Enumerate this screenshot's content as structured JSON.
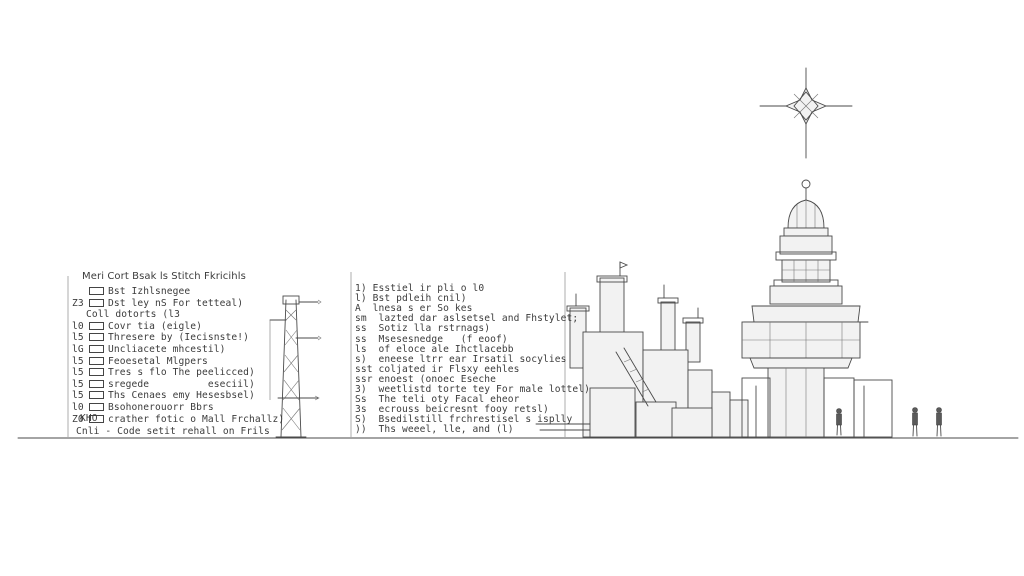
{
  "legend": {
    "title": "Meri Cort Bsak ls Stitch Fkricihls",
    "lines": [
      {
        "num": "",
        "box": true,
        "text": "Bst Izhlsnegee"
      },
      {
        "num": "Z3",
        "box": true,
        "text": "Dst ley nS For tetteal)"
      },
      {
        "num": "",
        "box": false,
        "text": "Coll dotorts (l3"
      },
      {
        "num": "l0",
        "box": true,
        "text": "Covr tia (eigle)"
      },
      {
        "num": "l5",
        "box": true,
        "text": "Thresere by (Iecisnste!)"
      },
      {
        "num": "lG",
        "box": true,
        "text": "Uncliacete mhcestil)"
      },
      {
        "num": "l5",
        "box": true,
        "text": "Feoesetal Mlgpers"
      },
      {
        "num": "l5",
        "box": true,
        "text": "Tres s flo The peelicced)"
      },
      {
        "num": "l5",
        "box": true,
        "text": "sregede          eseciil)"
      },
      {
        "num": "l5",
        "box": true,
        "text": "Ths Cenaes emy Hesesbsel)"
      },
      {
        "num": "l0",
        "box": true,
        "text": "Bsohonerouorr Bbrs"
      },
      {
        "num": "Z0",
        "box": true,
        "text": "crather fotic o Mall Frchallz)"
      }
    ],
    "kho": "KHO",
    "footer": "Cnli - Code setit rehall on Frils"
  },
  "list": {
    "lines": [
      "1) Esstiel ir pli o l0",
      "l) Bst pdleih cnil)",
      "A  lnesa s er So kes",
      "sm  lazted dar aslsetsel and Fhstylet;",
      "ss  Sotiz lla rstrnags)",
      "ss  Msesesnedge   (f eoof)",
      "ls  of eloce ale Ihctlacebb",
      "s)  eneese ltrr ear Irsatil socylies",
      "sst coljated ir Flsxy eehles",
      "ssr enoest (onoec Eseche",
      "3)  weetlistd torte tey For male lottel)",
      "Ss  The teli oty Facal eheor",
      "3s  ecrouss beicresnt fooy retsl)",
      "S)  Bsedilstill frchrestisel s isplly",
      "))  Ths weeel, lle, and (l)"
    ]
  },
  "colors": {
    "ink": "#3a3a3a",
    "paper": "#ffffff",
    "light": "#777777"
  }
}
